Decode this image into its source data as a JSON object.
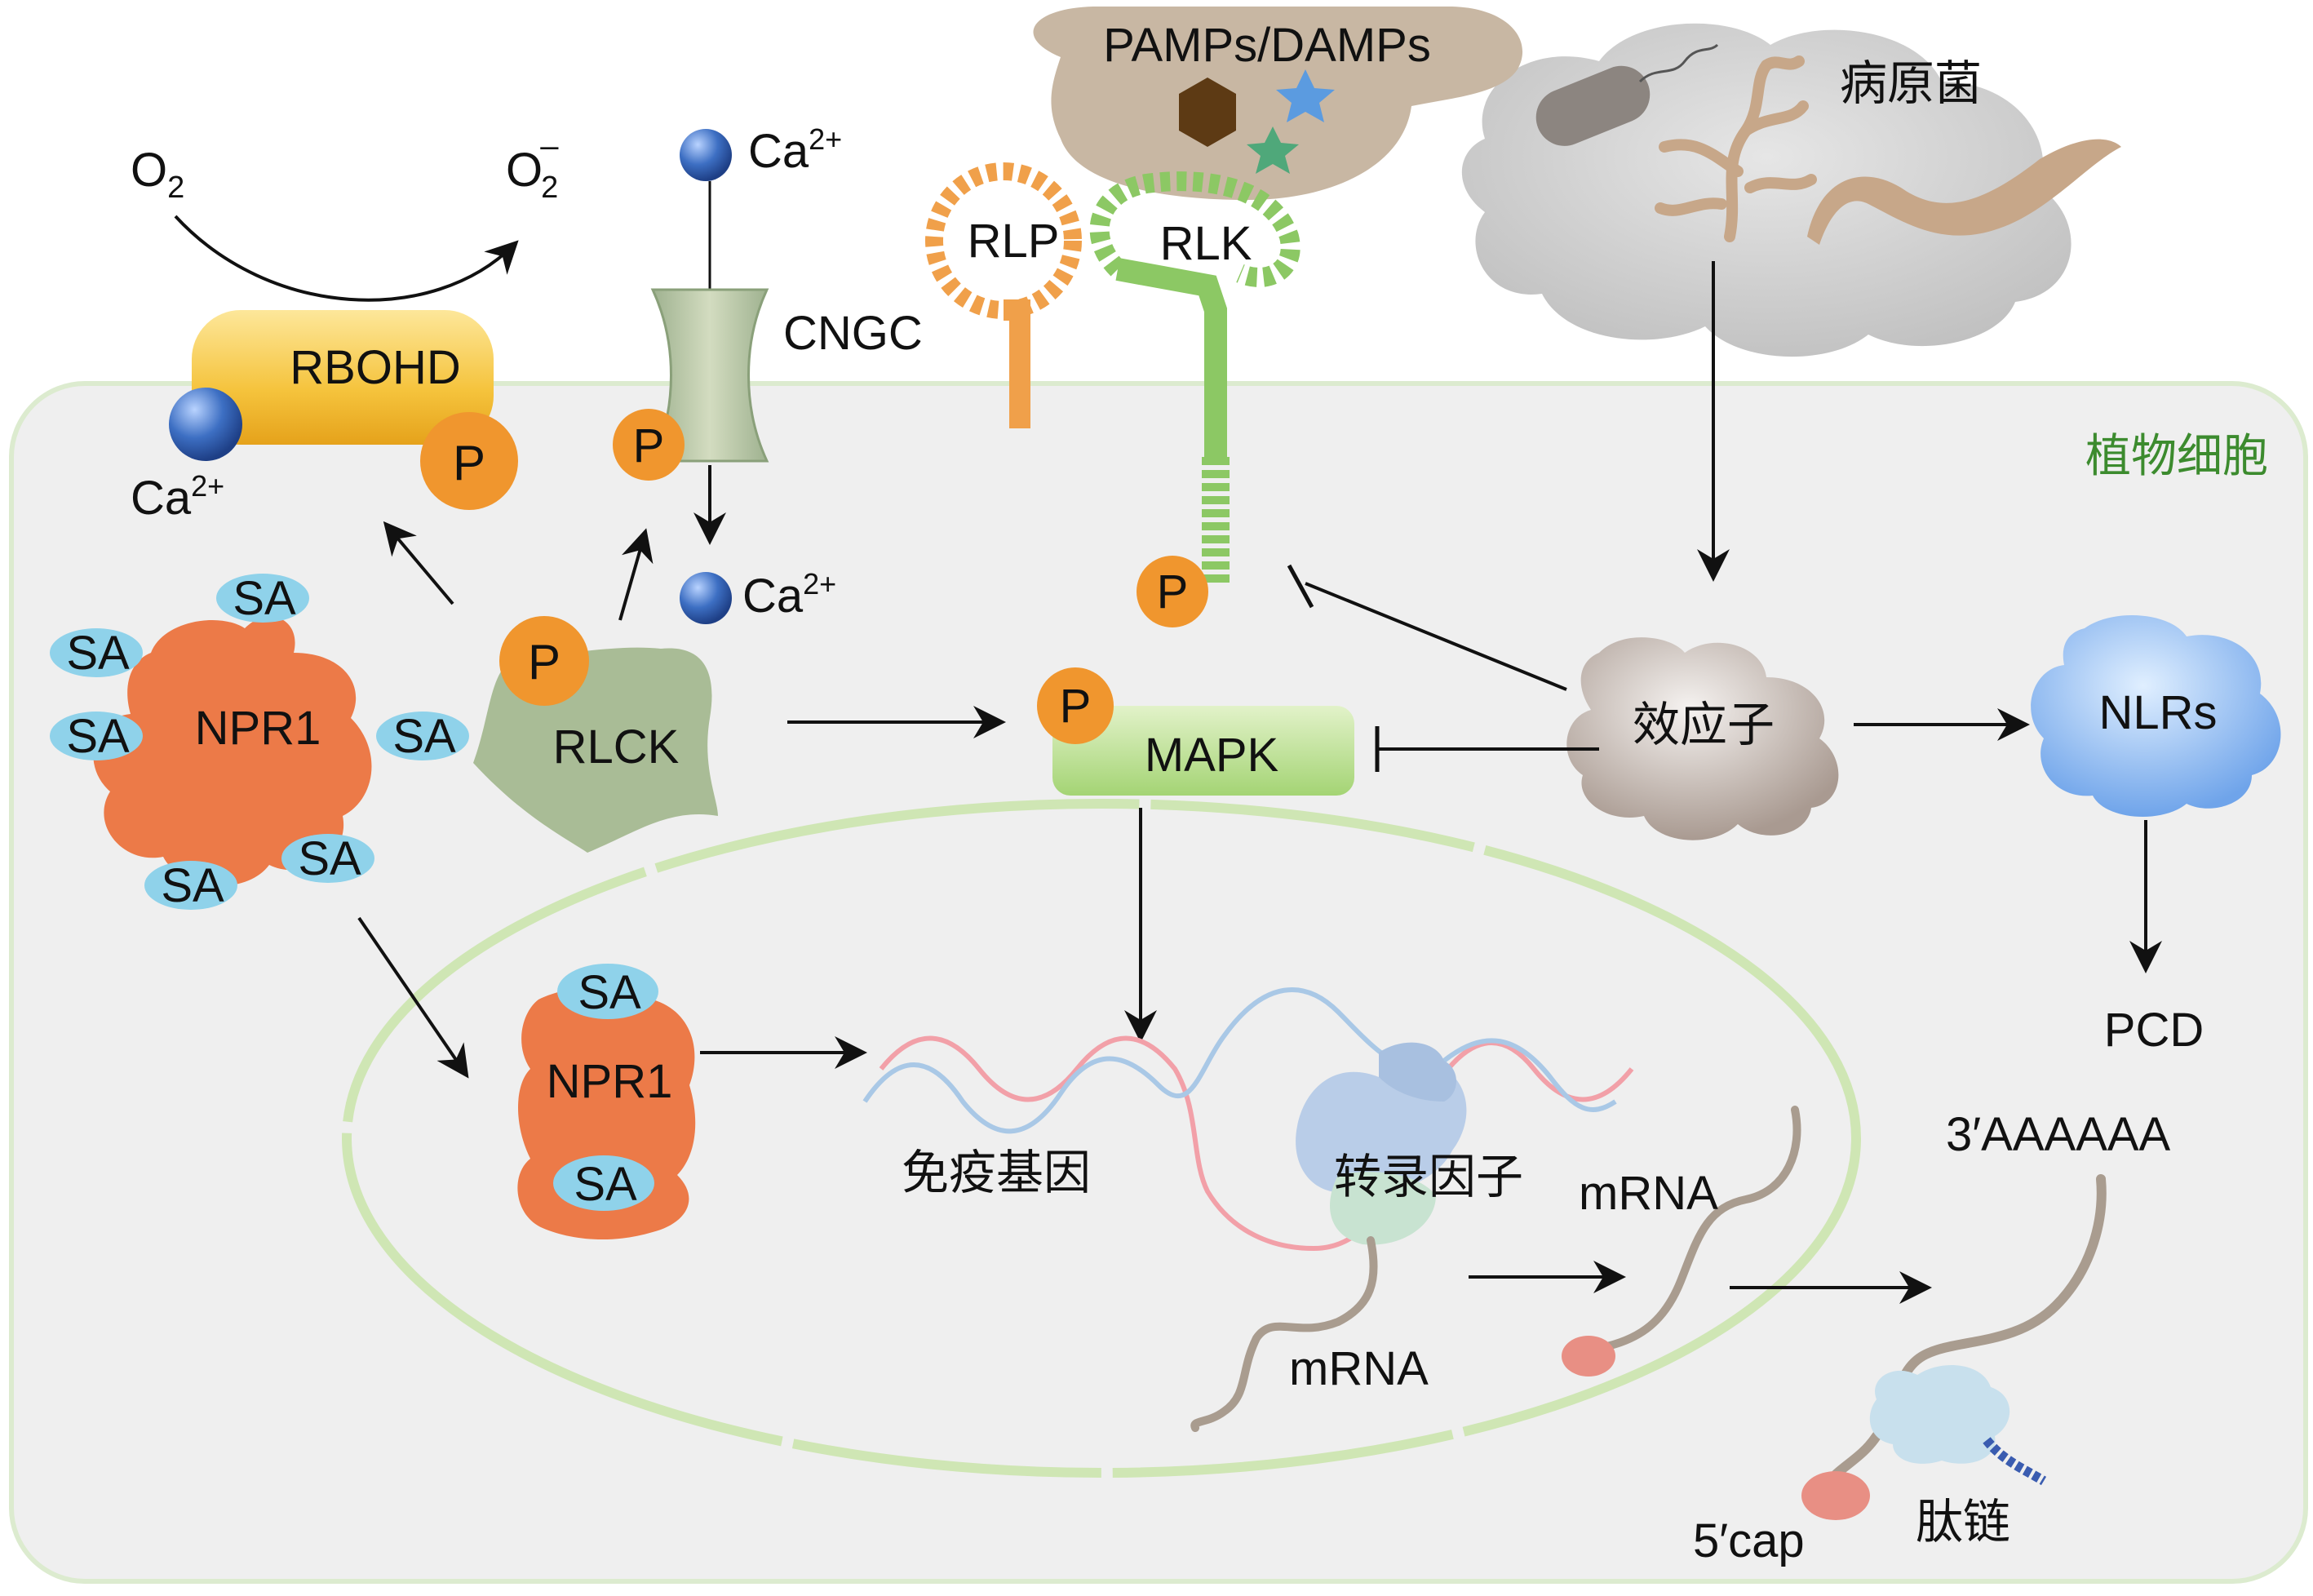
{
  "cell_label": "植物细胞",
  "pathogen": {
    "label": "病原菌",
    "signals": "PAMPs/DAMPs"
  },
  "receptors": {
    "rlp": "RLP",
    "rlk": "RLK"
  },
  "channel": "CNGC",
  "rbohd": "RBOHD",
  "ions": {
    "ca": "Ca",
    "ca_sup": "2+",
    "o2": "O",
    "o2_sub": "2",
    "o2minus": "O",
    "o2minus_sub": "2",
    "o2minus_sup": "–"
  },
  "phospho": "P",
  "rlck": "RLCK",
  "mapk": "MAPK",
  "effector": "效应子",
  "nlrs": "NLRs",
  "pcd": "PCD",
  "npr1": "NPR1",
  "sa": "SA",
  "nucleus": {
    "immune_genes": "免疫基因",
    "tf": "转录因子",
    "mrna": "mRNA"
  },
  "translation": {
    "mrna": "mRNA",
    "polya": "3′AAAAAA",
    "cap": "5′cap",
    "peptide": "肽链"
  },
  "colors": {
    "cell_fill": "#efefef",
    "cell_border": "#dcebcf",
    "membrane_green": "#a6cd79",
    "rlk_green": "#8cc864",
    "rlp_orange": "#f0a04a",
    "phospho_orange": "#f0962e",
    "npr1_orange": "#ec7a48",
    "sa_blue": "#8fd2ea",
    "ca_blue": "#3d6fc3",
    "mapk_green": "#b5dd8a",
    "rbohd_yellow": "#f5c33c",
    "rlck_green": "#a9bc96",
    "effector_brown": "#c7bab3",
    "nlrs_blue": "#8db9ef",
    "dna_red": "#f2a0a8",
    "dna_blue": "#a9c8e6"
  }
}
